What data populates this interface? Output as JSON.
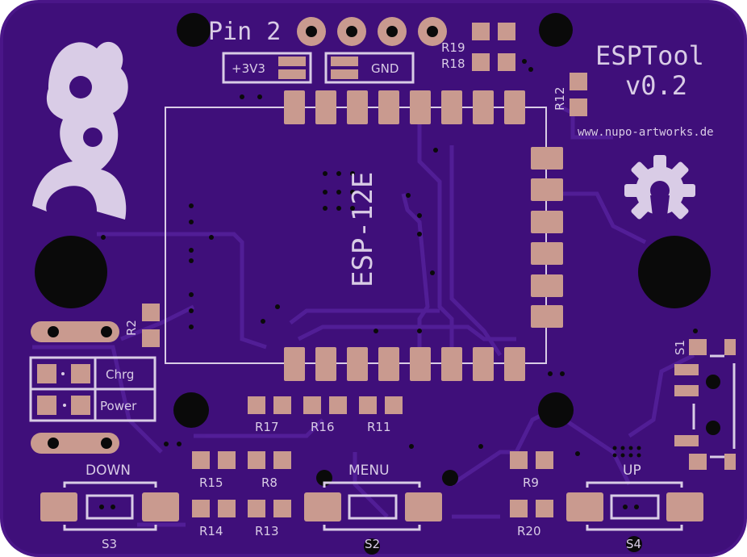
{
  "board": {
    "title": "ESPTool",
    "version": "v0.2",
    "website": "www.nupo-artworks.de",
    "module_label": "ESP-12E",
    "header_label": "Pin 2",
    "colors": {
      "board": "#3f0f7a",
      "board_edge": "#4a1688",
      "silkscreen": "#d9cce6",
      "pad": "#c99a8f",
      "hole": "#0a0a0a",
      "trace": "#4f1d92"
    }
  },
  "power_labels": {
    "plus3v3": "+3V3",
    "gnd": "GND"
  },
  "led_labels": {
    "charge": "Chrg",
    "power": "Power"
  },
  "buttons": {
    "down": "DOWN",
    "menu": "MENU",
    "up": "UP"
  },
  "designators": {
    "r19": "R19",
    "r18": "R18",
    "r12": "R12",
    "r2": "R2",
    "r17": "R17",
    "r16": "R16",
    "r11": "R11",
    "r15": "R15",
    "r8": "R8",
    "r9": "R9",
    "r14": "R14",
    "r13": "R13",
    "r20": "R20",
    "s1": "S1",
    "s2": "S2",
    "s3": "S3",
    "s4": "S4"
  },
  "icons": [
    "nupo-logo-icon",
    "open-hardware-gear-icon"
  ]
}
